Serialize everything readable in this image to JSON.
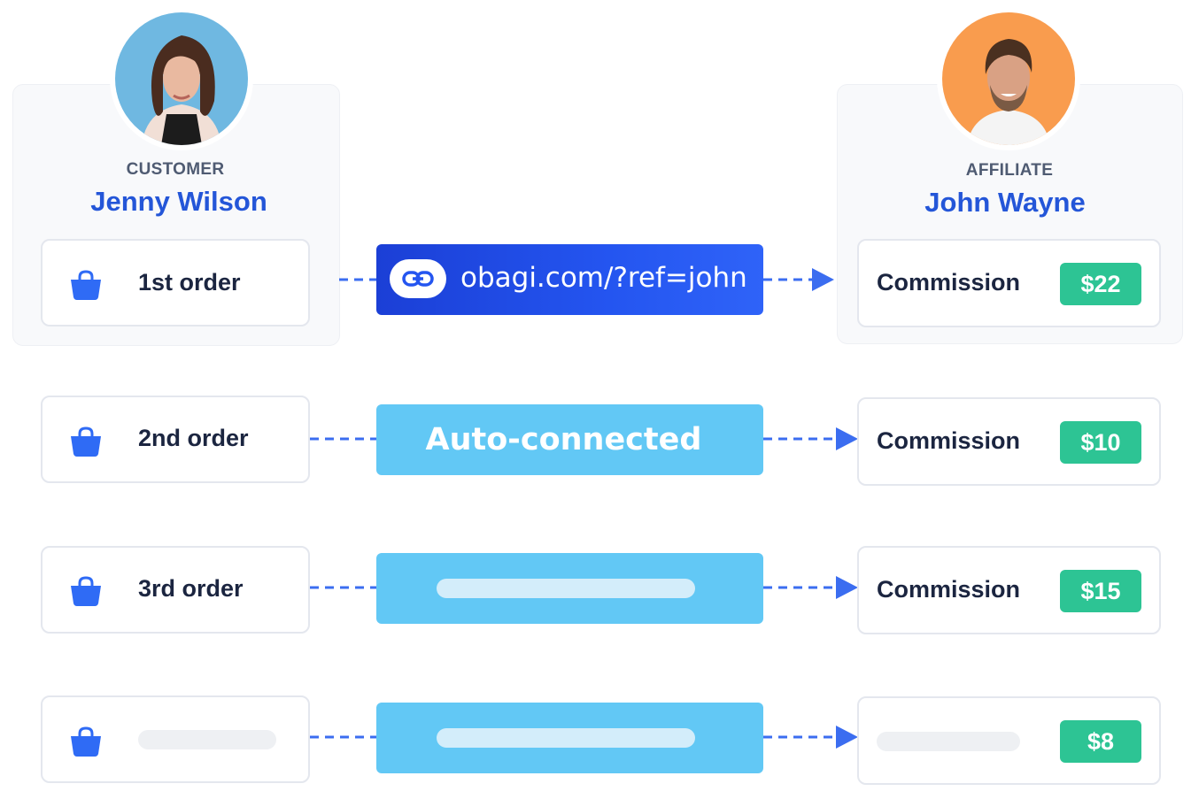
{
  "customer": {
    "role": "CUSTOMER",
    "name": "Jenny Wilson"
  },
  "affiliate": {
    "role": "AFFILIATE",
    "name": "John Wayne"
  },
  "orders": [
    "1st order",
    "2nd order",
    "3rd order",
    ""
  ],
  "connectors": {
    "referral_link": "obagi.com/?ref=john",
    "auto": "Auto-connected"
  },
  "commissions": [
    {
      "label": "Commission",
      "amount": "$22"
    },
    {
      "label": "Commission",
      "amount": "$10"
    },
    {
      "label": "Commission",
      "amount": "$15"
    },
    {
      "label": "",
      "amount": "$8"
    }
  ],
  "colors": {
    "accent_blue": "#2456d8",
    "link_gradient_start": "#1b3fd6",
    "connector_light": "#62c8f5",
    "amount_green": "#2dc494",
    "arrow_blue": "#3b6df0",
    "customer_avatar_bg": "#6fb8e1",
    "affiliate_avatar_bg": "#f99c4e"
  },
  "icons": {
    "order": "shopping-bag-icon",
    "link": "link-icon",
    "arrow": "arrow-right-icon"
  }
}
